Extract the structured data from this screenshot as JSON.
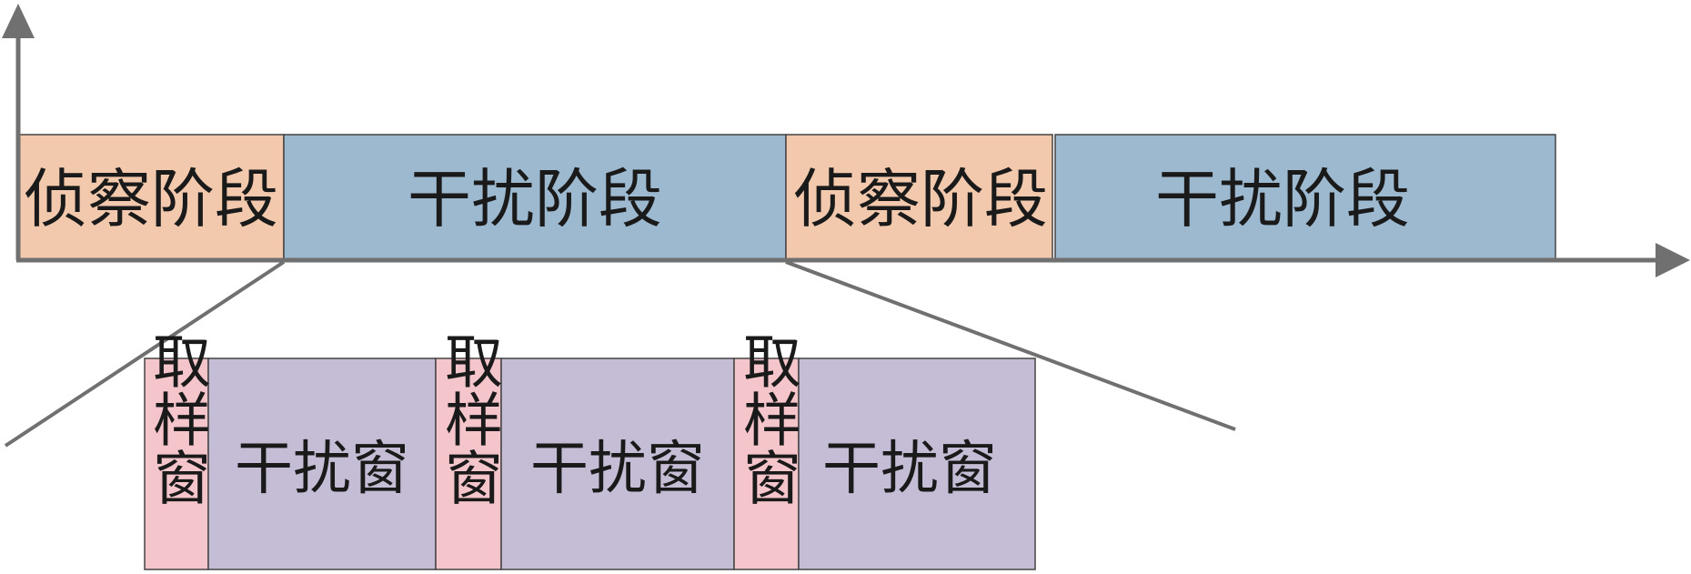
{
  "colors": {
    "recon": "#f2c9ad",
    "jam": "#9db9cf",
    "sample": "#f4c6cb",
    "jam_window": "#c5bdd5",
    "axis": "#707070",
    "outline": "#444444"
  },
  "timeline": {
    "phases": [
      {
        "id": "recon-1",
        "label": "侦察阶段",
        "type": "recon"
      },
      {
        "id": "jam-1",
        "label": "干扰阶段",
        "type": "jam"
      },
      {
        "id": "recon-2",
        "label": "侦察阶段",
        "type": "recon"
      },
      {
        "id": "jam-2",
        "label": "干扰阶段",
        "type": "jam"
      }
    ]
  },
  "detail": {
    "windows": [
      {
        "id": "sample-1",
        "label": "取样窗",
        "type": "sample"
      },
      {
        "id": "jamwin-1",
        "label": "干扰窗",
        "type": "jam_window"
      },
      {
        "id": "sample-2",
        "label": "取样窗",
        "type": "sample"
      },
      {
        "id": "jamwin-2",
        "label": "干扰窗",
        "type": "jam_window"
      },
      {
        "id": "sample-3",
        "label": "取样窗",
        "type": "sample"
      },
      {
        "id": "jamwin-3",
        "label": "干扰窗",
        "type": "jam_window"
      }
    ]
  }
}
